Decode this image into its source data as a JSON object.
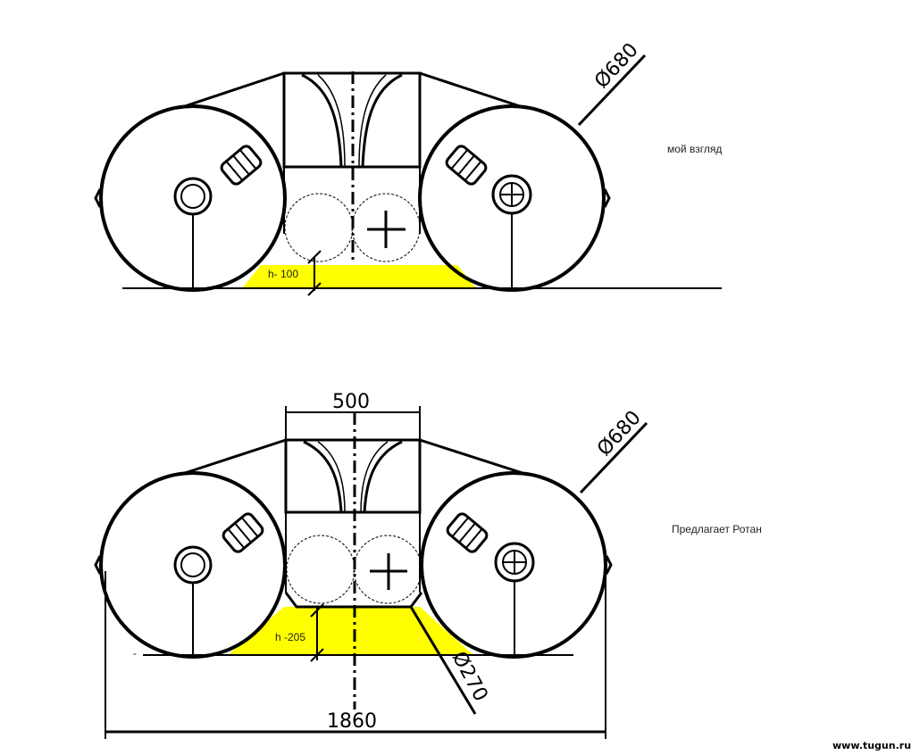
{
  "top_view": {
    "caption": "мой взгляд",
    "height_label": "h- 100",
    "diameter_label": "Ø680"
  },
  "bottom_view": {
    "caption": "Предлагает Ротан",
    "height_label": "h -205",
    "diameter_label": "Ø680",
    "width_label": "500",
    "small_diameter_label": "Ø270",
    "length_label": "1860",
    "dash_mark": "-"
  },
  "watermark": "www.tugun.ru",
  "colors": {
    "highlight": "#ffff00",
    "ink": "#000000",
    "background": "#ffffff"
  }
}
